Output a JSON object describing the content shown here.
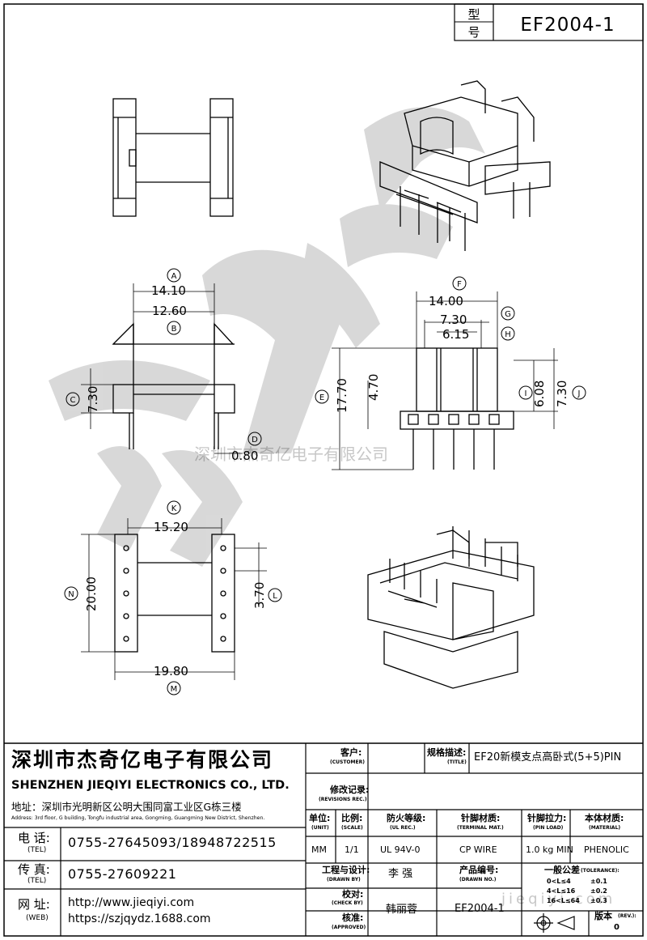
{
  "model": {
    "label_char1": "型",
    "label_char2": "号",
    "value": "EF2004-1"
  },
  "dimensions": {
    "A": "14.10",
    "B": "12.60",
    "C": "7.30",
    "D": "0.80",
    "E": "17.70",
    "E_inner": "4.70",
    "F": "14.00",
    "G": "7.30",
    "H": "6.15",
    "I": "6.08",
    "J": "7.30",
    "K": "15.20",
    "L": "3.70",
    "M": "19.80",
    "N": "20.00"
  },
  "dimension_letters": [
    "A",
    "B",
    "C",
    "D",
    "E",
    "F",
    "G",
    "H",
    "I",
    "J",
    "K",
    "L",
    "M",
    "N"
  ],
  "watermark": {
    "company": "深圳市杰奇亿电子有限公司",
    "website": "jieqiyi.com"
  },
  "company": {
    "name_cn": "深圳市杰奇亿电子有限公司",
    "name_en": "SHENZHEN JIEQIYI ELECTRONICS CO., LTD.",
    "address_cn": "地址：深圳市光明新区公明大围同富工业区G栋三楼",
    "address_en": "Address: 3rd floor, G building, Tongfu industrial area, Gongming, Guangming New District, Shenzhen.",
    "tel_cn": "电 话:",
    "tel_en": "(TEL)",
    "tel": "0755-27645093/18948722515",
    "fax_cn": "传 真:",
    "fax_en": "(TEL)",
    "fax": "0755-27609221",
    "web_cn": "网 址:",
    "web_en": "(WEB)",
    "web1": "http://www.jieqiyi.com",
    "web2": "https://szjqydz.1688.com"
  },
  "titleblock": {
    "customer_cn": "客户:",
    "customer_en": "(CUSTOMER)",
    "title_cn": "规格描述:",
    "title_en": "(TITLE)",
    "title": "EF20新模支点高卧式(5+5)PIN",
    "rev_rec_cn": "修改记录:",
    "rev_rec_en": "(REVISIONS REC.)",
    "unit_cn": "单位:",
    "unit_en": "(UNIT)",
    "unit": "MM",
    "scale_cn": "比例:",
    "scale_en": "(SCALE)",
    "scale": "1/1",
    "ulrec_cn": "防火等级:",
    "ulrec_en": "(UL REC.)",
    "ulrec": "UL 94V-0",
    "termmat_cn": "针脚材质:",
    "termmat_en": "(TERMINAL MAT.)",
    "termmat": "CP WIRE",
    "pinload_cn": "针脚拉力:",
    "pinload_en": "(PIN LOAD)",
    "pinload": "1.0 kg MIN",
    "material_cn": "本体材质:",
    "material_en": "(MATERIAL)",
    "material": "PHENOLIC",
    "drawn_cn": "工程与设计:",
    "drawn_en": "(DRAWN BY)",
    "drawn": "李 强",
    "drawno_cn": "产品编号:",
    "drawno_en": "(DRAWN NO.)",
    "check_cn": "校对:",
    "check_en": "(CHECK BY)",
    "approved_cn": "核准:",
    "approved_en": "(APPROVED)",
    "approved": "韩丽蓉",
    "drawno": "EF2004-1",
    "tol_cn": "一般公差",
    "tol_en": "(TOLERANCE):",
    "tol_rows": [
      [
        "0<L≤4",
        "±0.1"
      ],
      [
        "4<L≤16",
        "±0.2"
      ],
      [
        "16<L≤64",
        "±0.3"
      ]
    ],
    "rev_cn": "版本",
    "rev_en": "(REV.):",
    "rev": "0"
  }
}
